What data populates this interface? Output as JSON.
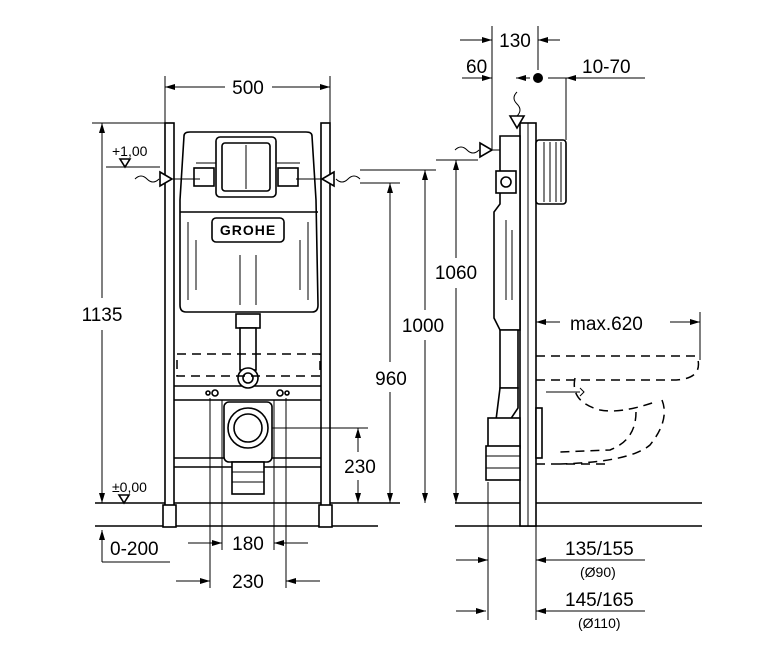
{
  "brand": "GROHE",
  "levels": {
    "top": "+1,00",
    "bottom": "±0,00"
  },
  "front_view": {
    "width": "500",
    "height": "1135",
    "dim_1060": "1060",
    "dim_1000": "1000",
    "dim_960": "960",
    "dim_230_vertical": "230",
    "dim_0_200": "0-200",
    "dim_180": "180",
    "dim_230_horizontal": "230"
  },
  "side_view": {
    "dim_130": "130",
    "dim_60": "60",
    "dim_10_70": "10-70",
    "max_620": "max.620",
    "dim_135_155": "135/155",
    "dia_90": "(Ø90)",
    "dim_145_165": "145/165",
    "dia_110": "(Ø110)"
  }
}
